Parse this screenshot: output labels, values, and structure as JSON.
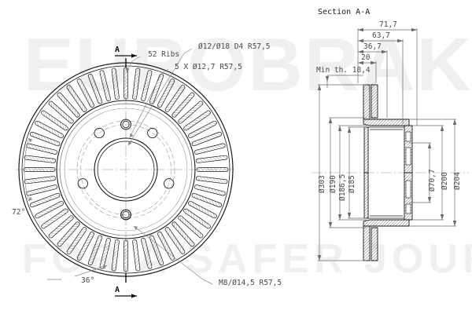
{
  "drawing": {
    "type": "brake-disc-technical-drawing",
    "watermark_primary": "EUROBRAKE",
    "watermark_secondary": "FOR A SAFER JOURNEY",
    "section_title": "Section A-A",
    "section_marker": "A",
    "colors": {
      "line": "#1a1a1a",
      "thin_line": "#707070",
      "dim_text": "#4a4a4a",
      "watermark": "#f0f0f0",
      "background": "#ffffff"
    }
  },
  "front_view": {
    "annotations": [
      {
        "key": "ribs",
        "text": "52 Ribs"
      },
      {
        "key": "vent_holes",
        "text": "Ø12/Ø18 D4   R57,5"
      },
      {
        "key": "bolt_holes",
        "text": "5 X Ø12,7   R57,5"
      },
      {
        "key": "thread",
        "text": "M8/Ø14,5   R57,5"
      },
      {
        "key": "angle_72",
        "text": "72°"
      },
      {
        "key": "angle_36",
        "text": "36°"
      }
    ]
  },
  "section_view": {
    "linear_dimensions": [
      {
        "key": "overall",
        "text": "71,7"
      },
      {
        "key": "d2",
        "text": "63,7"
      },
      {
        "key": "d3",
        "text": "36,7"
      },
      {
        "key": "d4",
        "text": "20"
      },
      {
        "key": "min_th",
        "text": "Min th. 18,4"
      }
    ],
    "diameters_left": [
      {
        "key": "od",
        "text": "Ø303"
      },
      {
        "key": "d190",
        "text": "Ø190"
      },
      {
        "key": "d186",
        "text": "Ø186,5"
      },
      {
        "key": "d185",
        "text": "Ø185"
      }
    ],
    "diameters_right": [
      {
        "key": "bore",
        "text": "Ø70,7"
      },
      {
        "key": "d200",
        "text": "Ø200"
      },
      {
        "key": "d204",
        "text": "Ø204"
      }
    ]
  }
}
